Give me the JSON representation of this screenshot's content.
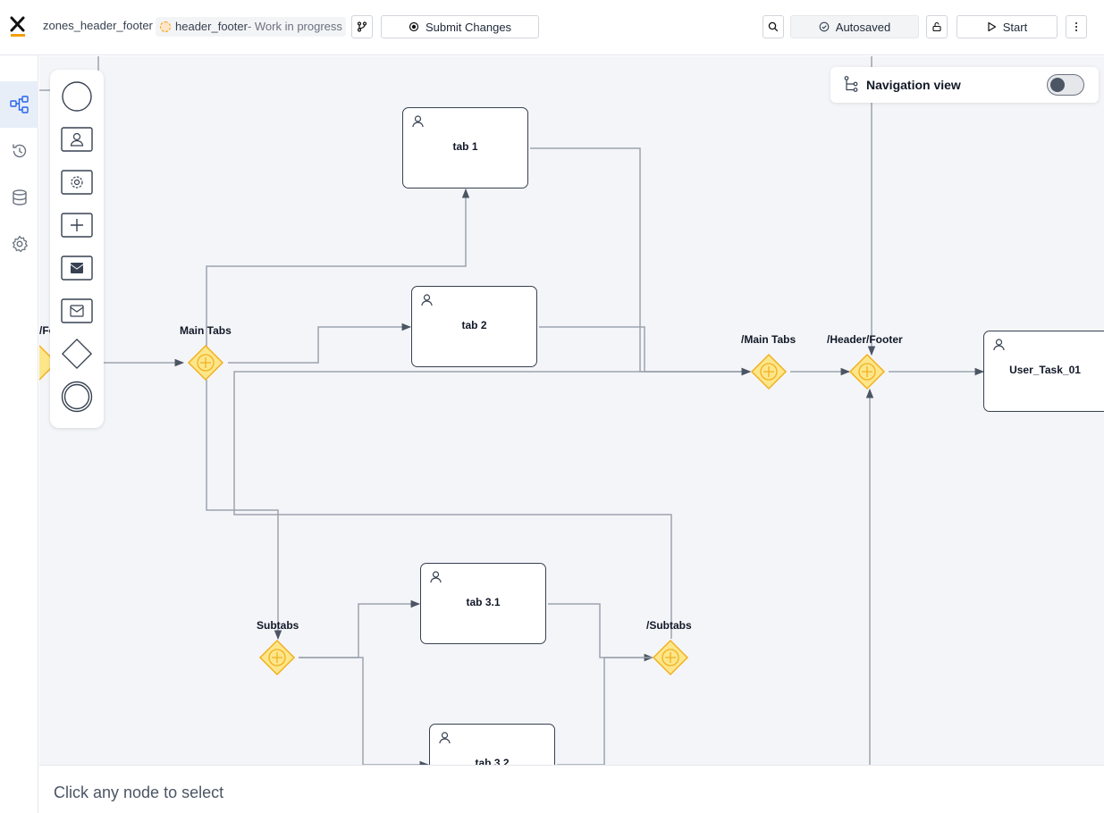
{
  "header": {
    "process_name": "zones_header_footer",
    "branch_name": "header_footer",
    "branch_status": "- Work in progress",
    "submit_label": "Submit Changes",
    "autosave_label": "Autosaved",
    "start_label": "Start"
  },
  "rail": {
    "items": [
      {
        "icon": "process-diagram-icon",
        "active": true
      },
      {
        "icon": "history-icon",
        "active": false
      },
      {
        "icon": "database-icon",
        "active": false
      },
      {
        "icon": "settings-icon",
        "active": false
      }
    ]
  },
  "palette": {
    "items": [
      "start-event-icon",
      "user-task-icon",
      "service-task-icon",
      "subprocess-icon",
      "send-message-icon",
      "receive-message-icon",
      "gateway-icon",
      "end-event-icon"
    ]
  },
  "nav_view": {
    "title": "Navigation view",
    "enabled": false
  },
  "diagram": {
    "tasks": [
      {
        "id": "tab1",
        "label": "tab 1"
      },
      {
        "id": "tab2",
        "label": "tab 2"
      },
      {
        "id": "tab31",
        "label": "tab 3.1"
      },
      {
        "id": "tab32",
        "label": "tab 3.2"
      },
      {
        "id": "user_task_01",
        "label": "User_Task_01"
      }
    ],
    "gateways": [
      {
        "id": "main_tabs",
        "label": "Main Tabs"
      },
      {
        "id": "close_main_tabs",
        "label": "/Main Tabs"
      },
      {
        "id": "close_header_footer",
        "label": "/Header/Footer"
      },
      {
        "id": "subtabs",
        "label": "Subtabs"
      },
      {
        "id": "close_subtabs",
        "label": "/Subtabs"
      },
      {
        "id": "left_partial",
        "label": "/Fo"
      }
    ],
    "colors": {
      "gateway_fill": "#fde68a",
      "gateway_stroke": "#f2b01e",
      "flow": "#9ca3af"
    }
  },
  "status": {
    "hint": "Click any node to select"
  }
}
